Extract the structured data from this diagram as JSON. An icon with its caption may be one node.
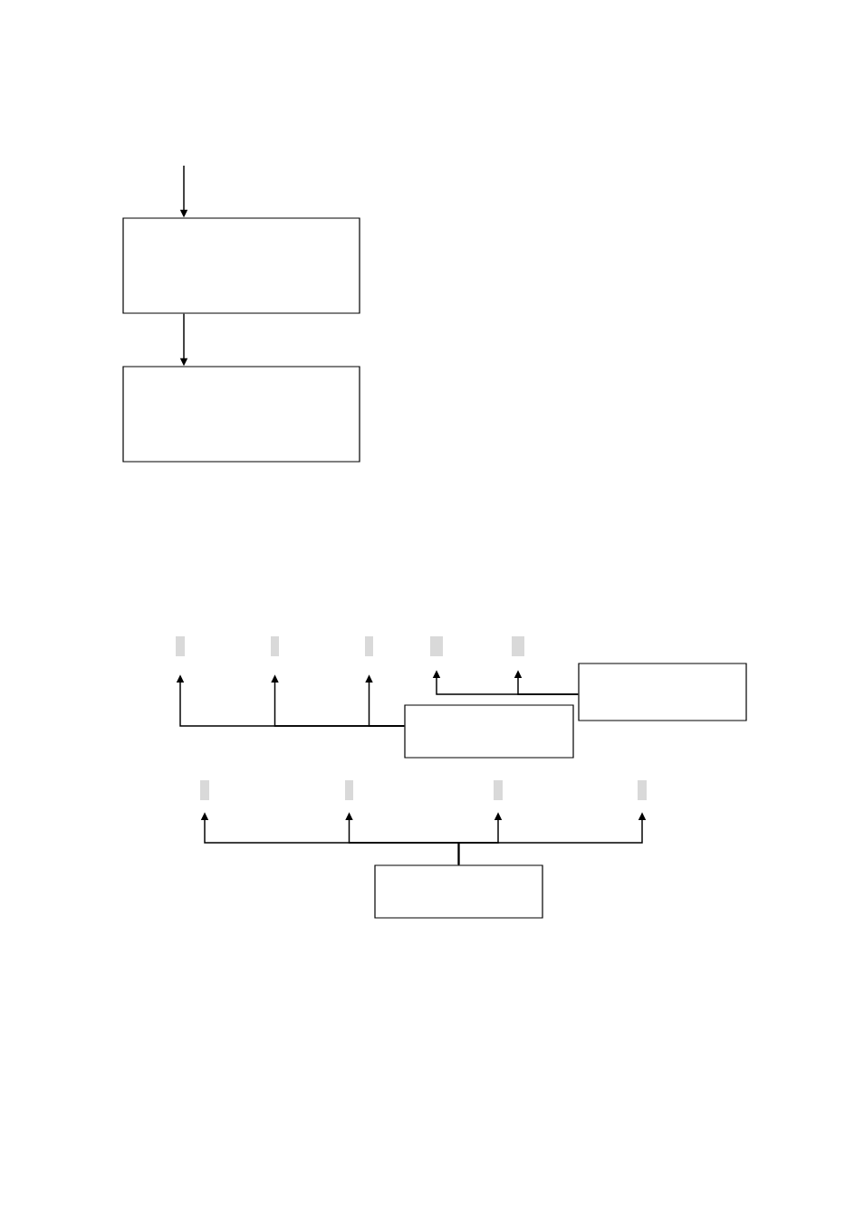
{
  "diagram": {
    "nodes": [
      {
        "text": [],
        "shape": "box"
      },
      {
        "text": [],
        "shape": "box"
      },
      {
        "text": [],
        "shape": "bar"
      },
      {
        "text": [],
        "shape": "bar"
      },
      {
        "text": [],
        "shape": "bar"
      },
      {
        "text": [],
        "shape": "bar"
      },
      {
        "text": [],
        "shape": "bar"
      },
      {
        "text": [],
        "shape": "box"
      },
      {
        "text": [],
        "shape": "box"
      },
      {
        "text": [],
        "shape": "bar"
      },
      {
        "text": [],
        "shape": "bar"
      },
      {
        "text": [],
        "shape": "bar"
      },
      {
        "text": [],
        "shape": "bar"
      },
      {
        "text": [],
        "shape": "box"
      }
    ],
    "edges": [
      {
        "from": null,
        "to": 0,
        "arrow": "to"
      },
      {
        "from": 0,
        "to": 1,
        "arrow": "to"
      },
      {
        "from": 8,
        "to": 2,
        "arrow": "to"
      },
      {
        "from": 8,
        "to": 3,
        "arrow": "to"
      },
      {
        "from": 8,
        "to": 4,
        "arrow": "to"
      },
      {
        "from": 7,
        "to": 5,
        "arrow": "to"
      },
      {
        "from": 7,
        "to": 6,
        "arrow": "to"
      },
      {
        "from": 13,
        "to": 9,
        "arrow": "to"
      },
      {
        "from": 13,
        "to": 10,
        "arrow": "to"
      },
      {
        "from": 13,
        "to": 11,
        "arrow": "to"
      },
      {
        "from": 13,
        "to": 12,
        "arrow": "to"
      }
    ]
  }
}
